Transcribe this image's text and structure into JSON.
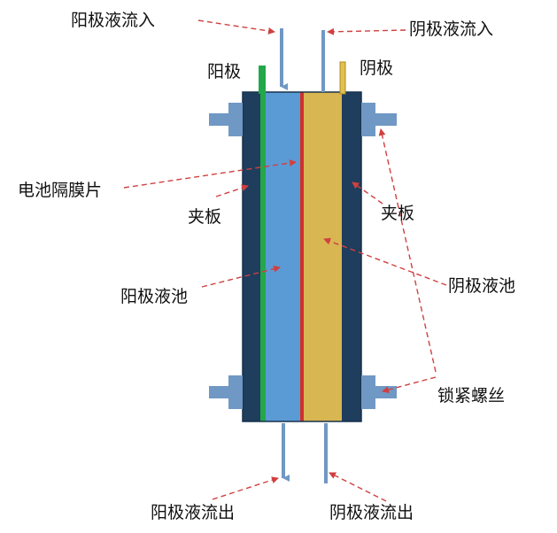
{
  "labels": {
    "anolyte_in": "阳极液流入",
    "catholyte_in": "阴极液流入",
    "anode": "阳极",
    "cathode": "阴极",
    "membrane": "电池隔膜片",
    "clamp_left": "夹板",
    "clamp_right": "夹板",
    "anolyte_tank": "阳极液池",
    "catholyte_tank": "阴极液池",
    "lock_bolt": "锁紧螺丝",
    "anolyte_out": "阳极液流出",
    "catholyte_out": "阴极液流出"
  },
  "colors": {
    "clamp_plate": "#1f3d5c",
    "anolyte": "#5b9bd5",
    "catholyte": "#d8b652",
    "anode_electrode": "#22a84a",
    "cathode_electrode": "#e0c050",
    "membrane": "#d0302a",
    "bolt": "#6f98c4",
    "pipe": "#6f98c4",
    "arrow": "#d04040"
  }
}
